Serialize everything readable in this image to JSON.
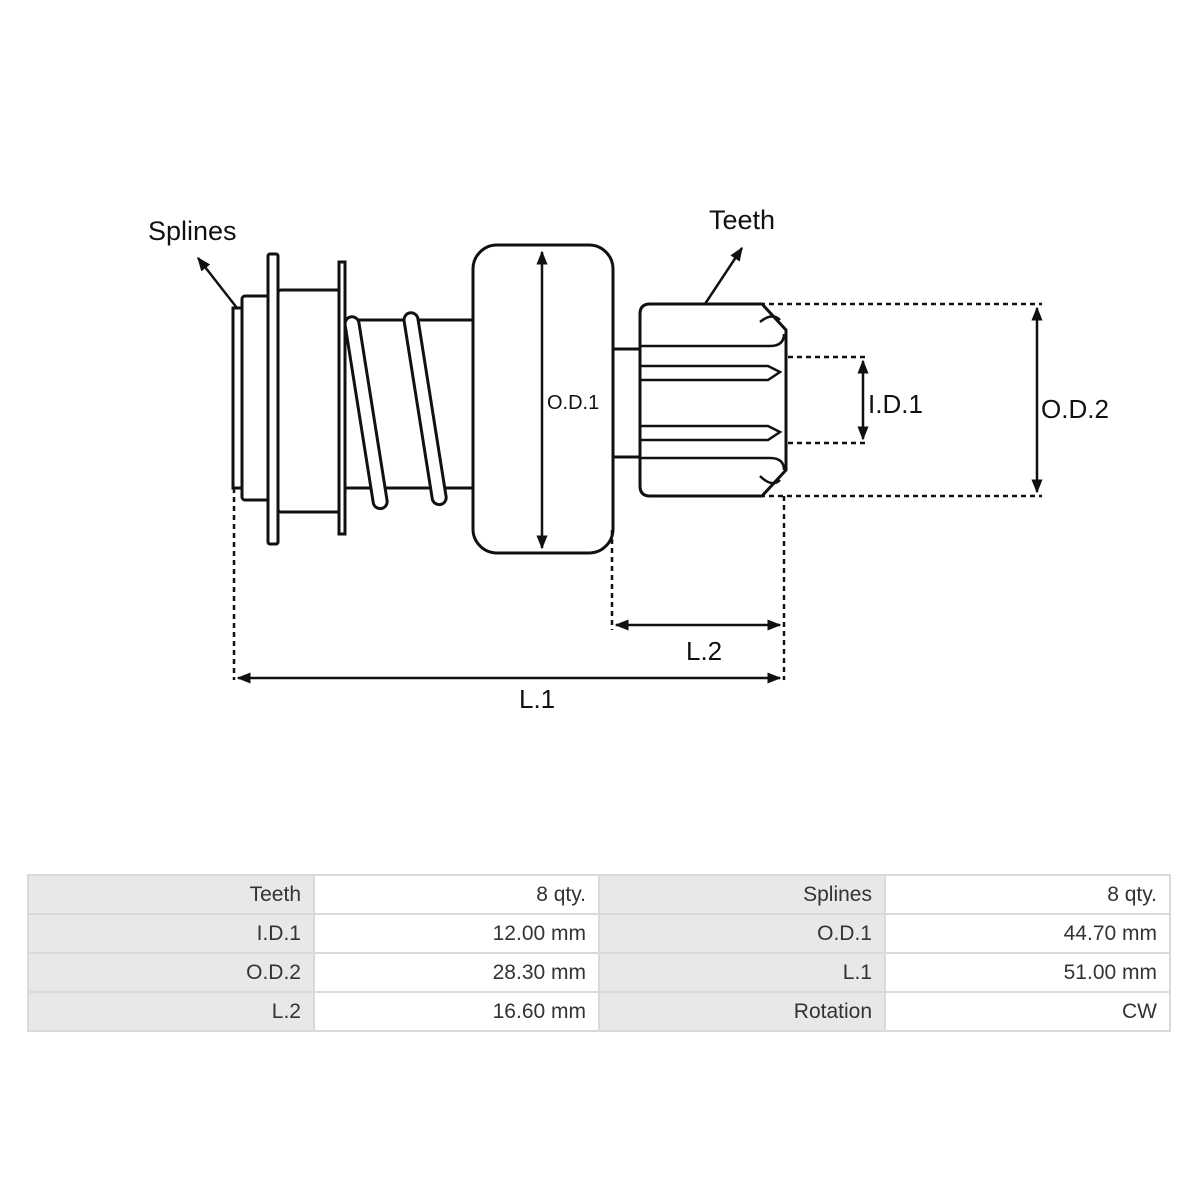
{
  "diagram": {
    "labels": {
      "splines": "Splines",
      "teeth": "Teeth",
      "od1": "O.D.1",
      "id1": "I.D.1",
      "od2": "O.D.2",
      "l1": "L.1",
      "l2": "L.2"
    }
  },
  "specs": {
    "rows": [
      [
        {
          "label": "Teeth",
          "value": "8 qty."
        },
        {
          "label": "Splines",
          "value": "8 qty."
        }
      ],
      [
        {
          "label": "I.D.1",
          "value": "12.00 mm"
        },
        {
          "label": "O.D.1",
          "value": "44.70 mm"
        }
      ],
      [
        {
          "label": "O.D.2",
          "value": "28.30 mm"
        },
        {
          "label": "L.1",
          "value": "51.00 mm"
        }
      ],
      [
        {
          "label": "L.2",
          "value": "16.60 mm"
        },
        {
          "label": "Rotation",
          "value": "CW"
        }
      ]
    ]
  }
}
